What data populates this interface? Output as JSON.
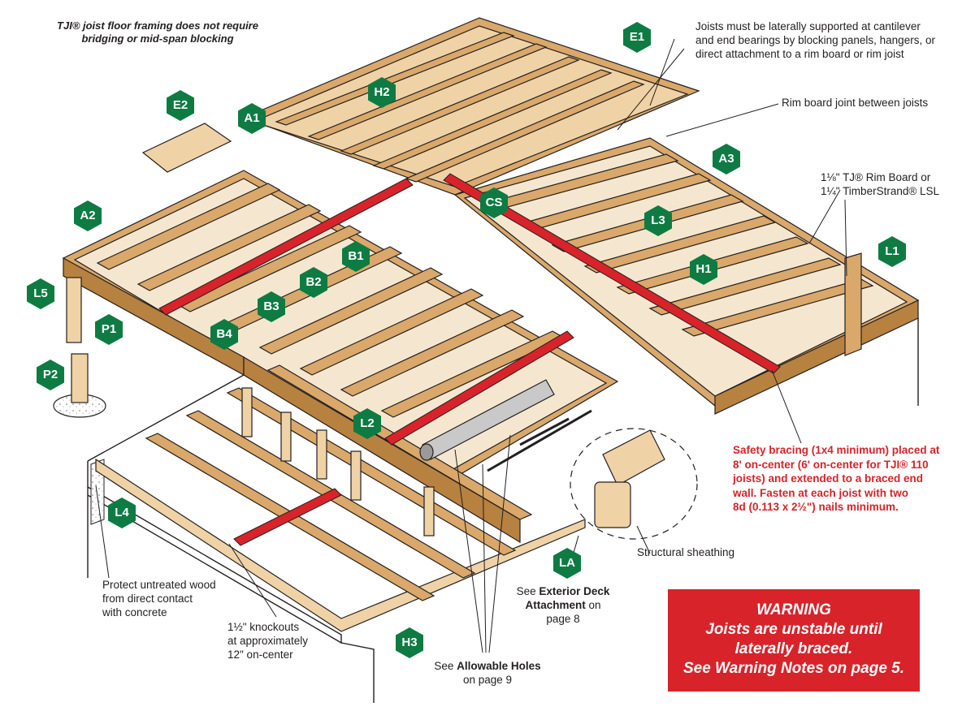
{
  "notes": {
    "bridging": [
      "TJI® joist floor framing does not require",
      "bridging or mid-span blocking"
    ],
    "lateral_support": [
      "Joists must be laterally supported at cantilever",
      "and end bearings by blocking panels, hangers, or",
      "direct attachment to a rim board or rim joist"
    ],
    "rim_joint": [
      "Rim board joint between joists"
    ],
    "rim_board": [
      "1⅛\" TJ® Rim Board or",
      "1¼\" TimberStrand® LSL"
    ],
    "safety_bracing": [
      "Safety bracing (1x4 minimum) placed at",
      "8' on-center (6' on-center for TJI® 110",
      "joists) and extended to a braced end",
      "wall. Fasten at each joist with two",
      "8d (0.113 x 2½\") nails minimum."
    ],
    "sheathing": [
      "Structural sheathing"
    ],
    "deck_attach": {
      "prefix": "See",
      "bold1": "Exterior Deck",
      "bold2": "Attachment",
      "suffix": "on",
      "page": "page 8"
    },
    "holes": {
      "prefix": "See",
      "bold": "Allowable Holes",
      "page": "on page 9"
    },
    "knockouts": [
      "1½\" knockouts",
      "at approximately",
      "12\" on-center"
    ],
    "protect": [
      "Protect untreated wood",
      "from direct contact",
      "with concrete"
    ]
  },
  "warning": {
    "title": "WARNING",
    "lines": [
      "Joists are unstable until",
      "laterally braced.",
      "See Warning Notes on page 5."
    ]
  },
  "badges": {
    "E1": "E1",
    "E2": "E2",
    "H2": "H2",
    "A1": "A1",
    "A2": "A2",
    "A3": "A3",
    "CS": "CS",
    "L3": "L3",
    "L1": "L1",
    "H1": "H1",
    "B1": "B1",
    "B2": "B2",
    "B3": "B3",
    "B4": "B4",
    "L5": "L5",
    "P1": "P1",
    "P2": "P2",
    "L2": "L2",
    "L4": "L4",
    "LA": "LA",
    "H3": "H3"
  },
  "colors": {
    "badge": "#0e7b43",
    "bracing": "#d8232a",
    "lumber": "#d9a86a",
    "lumber_dark": "#b7813f",
    "lumber_light": "#efd3a6",
    "warning_bg": "#d8232a"
  }
}
